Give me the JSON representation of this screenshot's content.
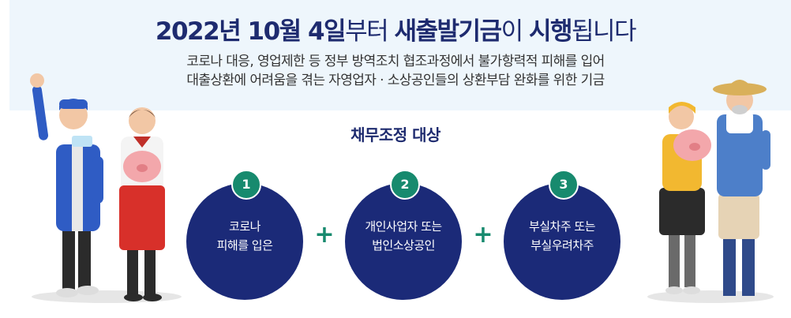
{
  "header": {
    "date": "2022년 10월 4일",
    "from": "부터",
    "fund_name": "새출발기금",
    "particle": "이",
    "enforce": "시행",
    "suffix": "됩니다"
  },
  "description": {
    "line1": "코로나 대응, 영업제한 등 정부 방역조치 협조과정에서 불가항력적 피해를 입어",
    "line2": "대출상환에 어려움을 겪는 자영업자 · 소상공인들의 상환부담 완화를 위한 기금"
  },
  "section": {
    "title": "채무조정 대상"
  },
  "targets": [
    {
      "number": "1",
      "line1": "코로나",
      "line2": "피해를 입은"
    },
    {
      "number": "2",
      "line1": "개인사업자 또는",
      "line2": "법인소상공인"
    },
    {
      "number": "3",
      "line1": "부실차주 또는",
      "line2": "부실우려차주"
    }
  ],
  "operator": "+",
  "colors": {
    "navy": "#1b2a78",
    "green": "#178a6e",
    "band": "#eef6fc"
  }
}
